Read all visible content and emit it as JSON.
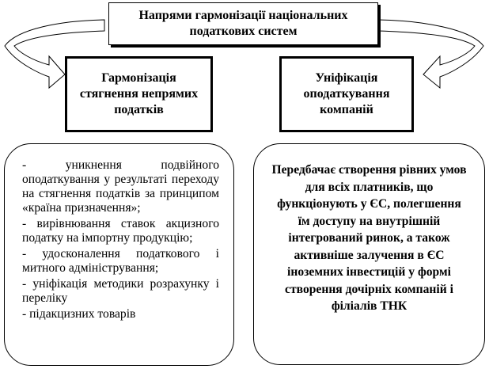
{
  "title": "Напрями гармонізації національних податкових систем",
  "left_box": {
    "label": "Гармонізація стягнення непрямих податків"
  },
  "right_box": {
    "label": "Уніфікація оподаткування компаній"
  },
  "left_items": [
    "-   уникнення подвійного оподаткування у результаті переходу на стягнення податків за принципом «країна призначення»;",
    "-   вирівнювання ставок акцизного податку на імпортну продукцію;",
    "-   удосконалення податкового і митного адміністрування;",
    "-   уніфікація методики розрахунку і переліку",
    "-   підакцизних товарів"
  ],
  "right_text": "Передбачає створення рівних умов для всіх платників, що функціонують у ЄС, полегшення їм доступу на внутрішній інтегрований ринок, а також активніше залучення в ЄС іноземних інвестицій у формі створення дочірніх компаній і філіалів ТНК"
}
